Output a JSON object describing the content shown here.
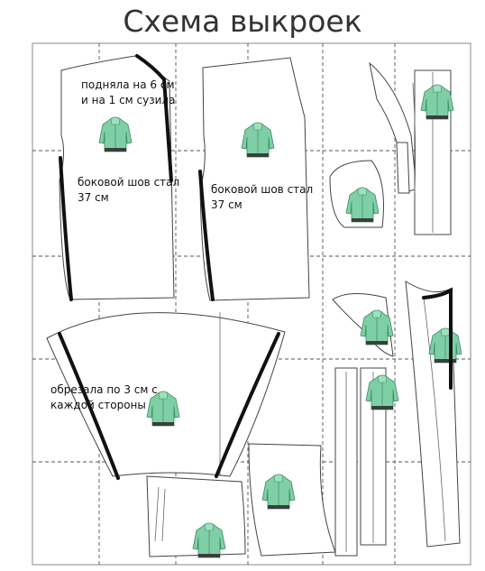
{
  "title": "Схема выкроек",
  "annotations": {
    "raise_line1": "подняла на 6 см",
    "raise_line2": "и на 1 см сузила",
    "side_seam_front_line1": "боковой шов стал",
    "side_seam_front_line2": "37 см",
    "side_seam_back_line1": "боковой шов стал",
    "side_seam_back_line2": "37 см",
    "sleeve_cut_line1": "обрезала по 3 см с",
    "sleeve_cut_line2": "каждой стороны"
  },
  "colors": {
    "jacket": "#7fcfa6",
    "ink": "#111111",
    "outline": "#444444"
  },
  "icons": [
    "jacket-thumbnail"
  ]
}
